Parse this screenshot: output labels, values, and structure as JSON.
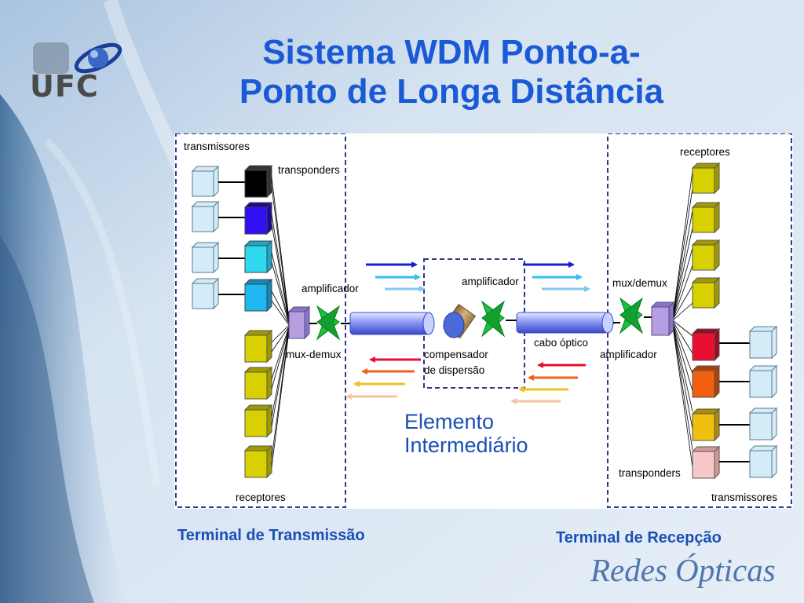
{
  "slide": {
    "title_line1": "Sistema WDM Ponto-a-",
    "title_line2": "Ponto de Longa Distância",
    "logo_text": "UFC",
    "brand": "Redes Ópticas"
  },
  "captions": {
    "tx_terminal": "Terminal de Transmissão",
    "rx_terminal": "Terminal de Recepção",
    "intermediate_line1": "Elemento",
    "intermediate_line2": "Intermediário"
  },
  "labels": {
    "tx_transmitters": "transmissores",
    "tx_transponders": "transponders",
    "tx_amplifier": "amplificador",
    "tx_mux": "mux-demux",
    "tx_receivers": "receptores",
    "mid_amplifier": "amplificador",
    "mid_comp_line1": "compensador",
    "mid_comp_line2": "de dispersão",
    "cable": "cabo óptico",
    "rx_receivers": "receptores",
    "rx_mux": "mux/demux",
    "rx_amplifier": "amplificador",
    "rx_transponders": "transponders",
    "rx_transmitters": "transmissores"
  },
  "colors": {
    "title": "#1a5ad6",
    "caption": "#1a4fb5",
    "dashed_border": "#2a3a8c",
    "amplifier": "#18c23a",
    "mux": "#b59fe0",
    "fiber": "#6a7ef0",
    "arrow_forward": [
      "#1020d0",
      "#30c0f0",
      "#80c8f0"
    ],
    "arrow_backward": [
      "#e81030",
      "#f06018",
      "#f0c020",
      "#f4c4a0"
    ],
    "tx_transponders": [
      "#000000",
      "#3010f0",
      "#30d8f0",
      "#20b8f0",
      "#d8d000",
      "#d8d000",
      "#d8d000",
      "#d8d000"
    ],
    "rx_transponders": [
      "#e81030",
      "#f06010",
      "#f0c010",
      "#f8c8c8"
    ]
  },
  "icons": [
    "ufc-logo-icon",
    "transponder-cube-icon",
    "amplifier-icon",
    "mux-icon",
    "fiber-cable-icon",
    "dispersion-compensator-icon",
    "signal-arrow-icon"
  ]
}
